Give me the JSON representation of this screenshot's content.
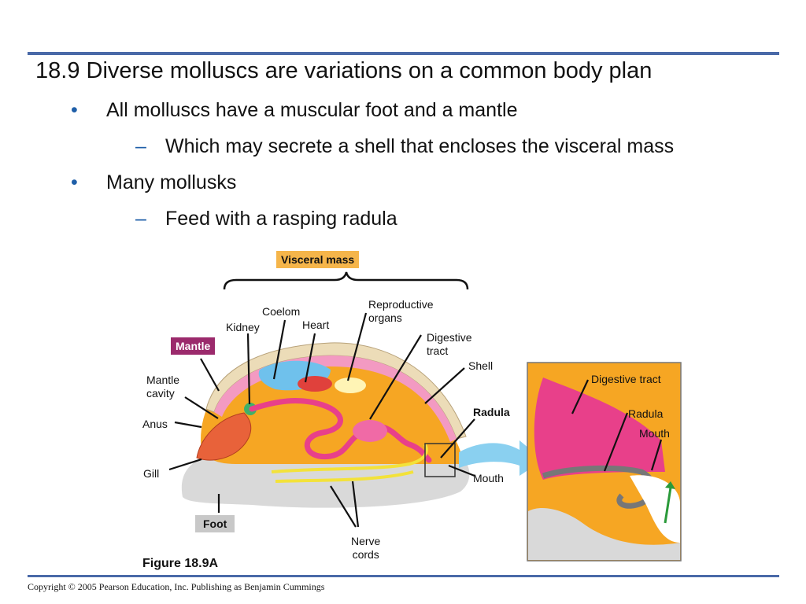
{
  "slide": {
    "title": "18.9 Diverse molluscs are variations on a common body plan",
    "bullets": [
      {
        "text": "All molluscs have a muscular foot and a mantle",
        "marker": "•"
      },
      {
        "text": "Which may secrete a shell that encloses the visceral mass",
        "marker": "–"
      },
      {
        "text": "Many mollusks",
        "marker": "•"
      },
      {
        "text": "Feed with a rasping radula",
        "marker": "–"
      }
    ],
    "copyright": "Copyright © 2005 Pearson Education, Inc. Publishing as Benjamin Cummings"
  },
  "figure": {
    "caption": "Figure 18.9A",
    "tags": {
      "visceral_mass": "Visceral mass",
      "mantle": "Mantle",
      "foot": "Foot"
    },
    "labels": {
      "coelom": "Coelom",
      "kidney": "Kidney",
      "heart": "Heart",
      "reproductive": "Reproductive\norgans",
      "digestive_tract": "Digestive\ntract",
      "shell": "Shell",
      "mantle_cavity": "Mantle\ncavity",
      "anus": "Anus",
      "gill": "Gill",
      "radula": "Radula",
      "mouth": "Mouth",
      "nerve_cords": "Nerve\ncords"
    },
    "inset_labels": {
      "digestive_tract": "Digestive tract",
      "radula": "Radula",
      "mouth": "Mouth"
    },
    "colors": {
      "rule": "#4a6aa8",
      "bullet": "#1f5fa8",
      "visceral_tag": "#f5b54a",
      "mantle_tag": "#9b2a6c",
      "foot_tag": "#c8c8c8",
      "body_orange": "#f6a623",
      "shell": "#ecdcb8",
      "foot": "#d9d9d9",
      "digestive": "#e8408a",
      "nerve": "#f3e23a",
      "coelom": "#6fc1ec",
      "gill": "#e8623a",
      "arrow": "#8ad0f0",
      "green_arrow": "#2a9a3a"
    }
  }
}
